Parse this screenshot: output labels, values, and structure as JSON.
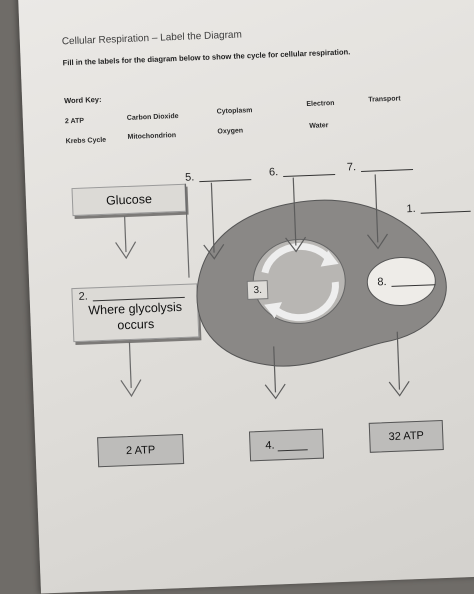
{
  "header": {
    "title": "Cellular Respiration – Label the Diagram",
    "instructions": "Fill in the labels for the diagram below to show the cycle for cellular respiration."
  },
  "word_key": {
    "heading": "Word Key:",
    "words": [
      "2 ATP",
      "Carbon Dioxide",
      "Cytoplasm",
      "Electron",
      "Transport",
      "Krebs Cycle",
      "Mitochondrion",
      "Oxygen",
      "Water"
    ]
  },
  "labels": {
    "glucose": "Glucose",
    "where_glycolysis": "Where glycolysis",
    "occurs": "occurs",
    "atp_left": "2 ATP",
    "atp_right": "32 ATP"
  },
  "numbers": [
    "1.",
    "2.",
    "3.",
    "4.",
    "5.",
    "6.",
    "7.",
    "8."
  ],
  "colors": {
    "paper": "#e6e4e0",
    "mitochondrion": "#8a8886",
    "atp_box": "#bdbcba"
  }
}
